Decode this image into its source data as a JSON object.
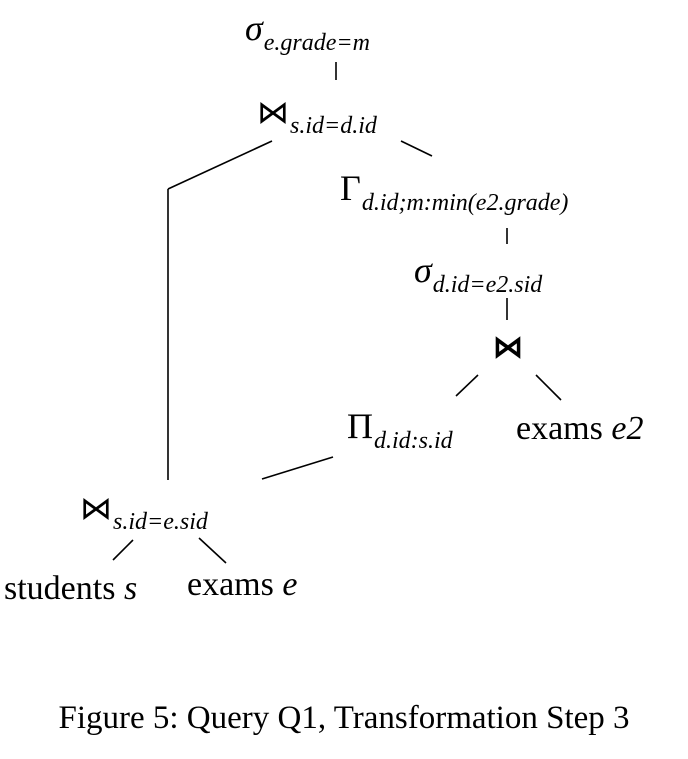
{
  "nodes": {
    "top_select": {
      "symbol": "σ",
      "subscript": "e.grade=m"
    },
    "top_join": {
      "symbol": "⋈",
      "subscript": "s.id=d.id"
    },
    "group": {
      "symbol": "Γ",
      "subscript": "d.id;m:min(e2.grade)"
    },
    "inner_select": {
      "symbol": "σ",
      "subscript": "d.id=e2.sid"
    },
    "inner_join": {
      "symbol": "⋈"
    },
    "project": {
      "symbol": "Π",
      "subscript": "d.id:s.id"
    },
    "exams_e2": {
      "name": "exams",
      "alias": "e2"
    },
    "bottom_join": {
      "symbol": "⋈",
      "subscript": "s.id=e.sid"
    },
    "students": {
      "name": "students",
      "alias": "s"
    },
    "exams_e": {
      "name": "exams",
      "alias": "e"
    }
  },
  "caption": "Figure 5: Query Q1, Transformation Step 3"
}
